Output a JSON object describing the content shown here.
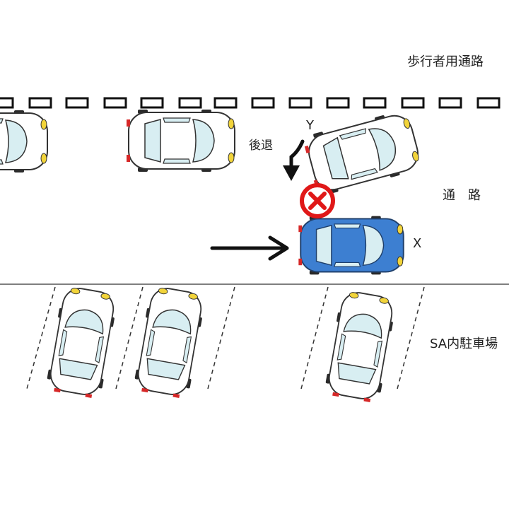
{
  "labels": {
    "sidewalk": "歩行者用通路",
    "reverse": "後退",
    "car_y": "Y",
    "passage": "通　路",
    "car_x": "X",
    "parking_area": "SA内駐車場"
  },
  "colors": {
    "background": "#ffffff",
    "car_white_body": "#ffffff",
    "car_outline": "#333333",
    "car_glass": "#d8eef2",
    "car_blue_body": "#3d7fd1",
    "headlight": "#f2d43a",
    "taillight": "#d62828",
    "tire": "#2a2a2a",
    "collision_mark": "#e01818",
    "arrow": "#111111"
  },
  "icons": {
    "collision": "red-circle-x-icon",
    "motion_arrow": "arrow-right-icon",
    "reverse_arrow": "curved-arrow-down-icon"
  }
}
